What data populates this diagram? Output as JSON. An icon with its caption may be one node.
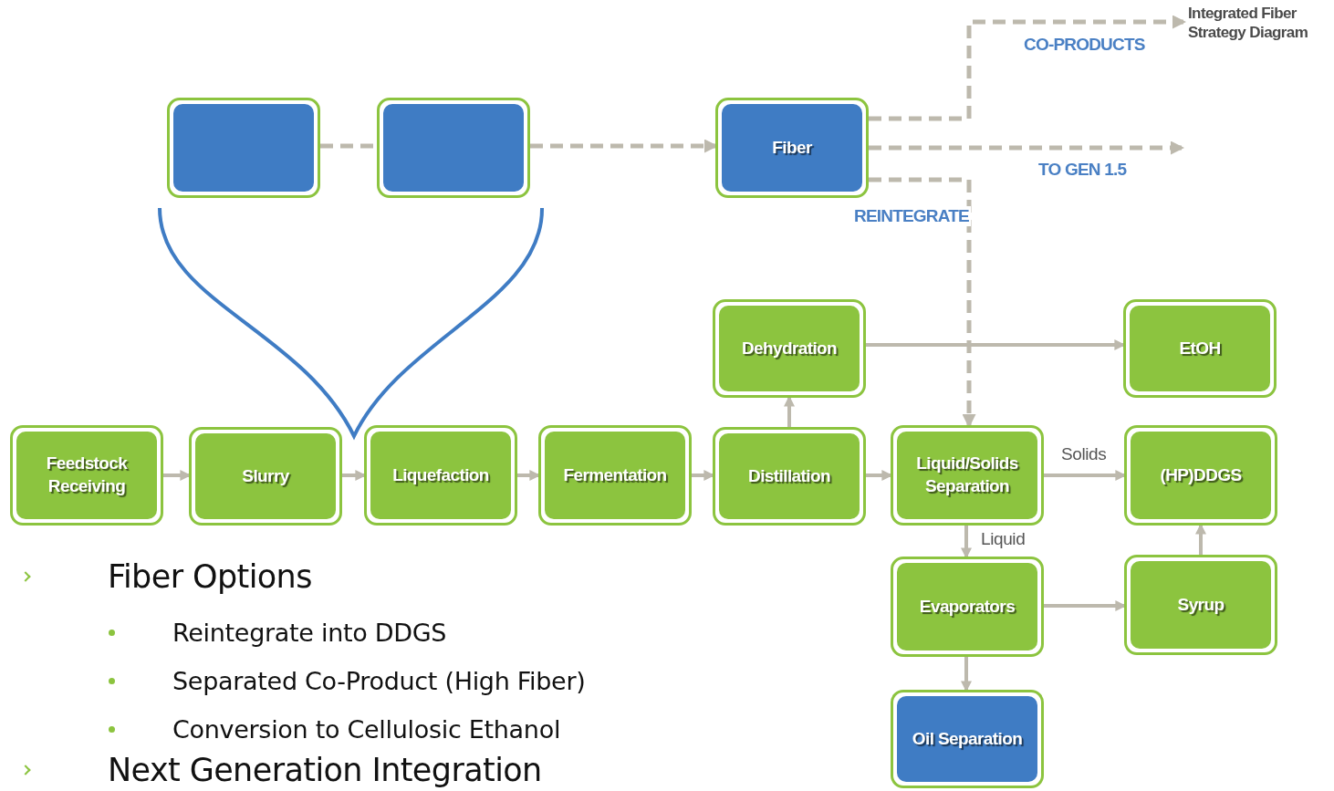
{
  "diagram": {
    "title": "Integrated Fiber Strategy Diagram",
    "nodes": [
      {
        "text": [],
        "shape": "box"
      },
      {
        "text": [],
        "shape": "box"
      },
      {
        "text": [
          "Fiber"
        ]
      },
      {
        "text": [
          "Dehydration"
        ]
      },
      {
        "text": [
          "EtOH"
        ]
      },
      {
        "text": [
          "Feedstock Receiving"
        ]
      },
      {
        "text": [
          "Slurry"
        ]
      },
      {
        "text": [
          "Liquefaction"
        ]
      },
      {
        "text": [
          "Fermentation"
        ]
      },
      {
        "text": [
          "Distillation"
        ]
      },
      {
        "text": [
          "Liquid/Solids Separation"
        ]
      },
      {
        "text": [
          "(HP)DDGS"
        ]
      },
      {
        "text": [
          "Evaporators"
        ]
      },
      {
        "text": [
          "Syrup"
        ]
      },
      {
        "text": [
          "Oil Separation"
        ]
      }
    ],
    "edges": [
      {
        "from": 0,
        "to": 1,
        "arrow": "none",
        "style": "dashed"
      },
      {
        "from": 1,
        "to": 2,
        "arrow": "to",
        "style": "dashed"
      },
      {
        "from": 2,
        "to": null,
        "arrow": "to",
        "style": "dashed",
        "label": "CO-PRODUCTS"
      },
      {
        "from": 2,
        "to": null,
        "arrow": "to",
        "style": "dashed",
        "label": "TO GEN 1.5"
      },
      {
        "from": 2,
        "to": 10,
        "arrow": "to",
        "style": "dashed",
        "label": "REINTEGRATE"
      },
      {
        "from": 5,
        "to": 6,
        "arrow": "to"
      },
      {
        "from": 6,
        "to": 7,
        "arrow": "to"
      },
      {
        "from": 7,
        "to": 8,
        "arrow": "to"
      },
      {
        "from": 8,
        "to": 9,
        "arrow": "to"
      },
      {
        "from": 9,
        "to": 3,
        "arrow": "to"
      },
      {
        "from": 9,
        "to": 10,
        "arrow": "to"
      },
      {
        "from": 3,
        "to": 4,
        "arrow": "to"
      },
      {
        "from": 10,
        "to": 11,
        "arrow": "to",
        "label": "Solids"
      },
      {
        "from": 10,
        "to": 12,
        "arrow": "to",
        "label": "Liquid"
      },
      {
        "from": 12,
        "to": 13,
        "arrow": "to"
      },
      {
        "from": 13,
        "to": 11,
        "arrow": "to"
      },
      {
        "from": 12,
        "to": 14,
        "arrow": "to"
      }
    ],
    "labels": [
      "Fiber Options",
      "Reintegrate into DDGS",
      "Separated Co-Product (High Fiber)",
      "Conversion to Cellulosic Ethanol",
      "Next Generation Integration"
    ]
  }
}
